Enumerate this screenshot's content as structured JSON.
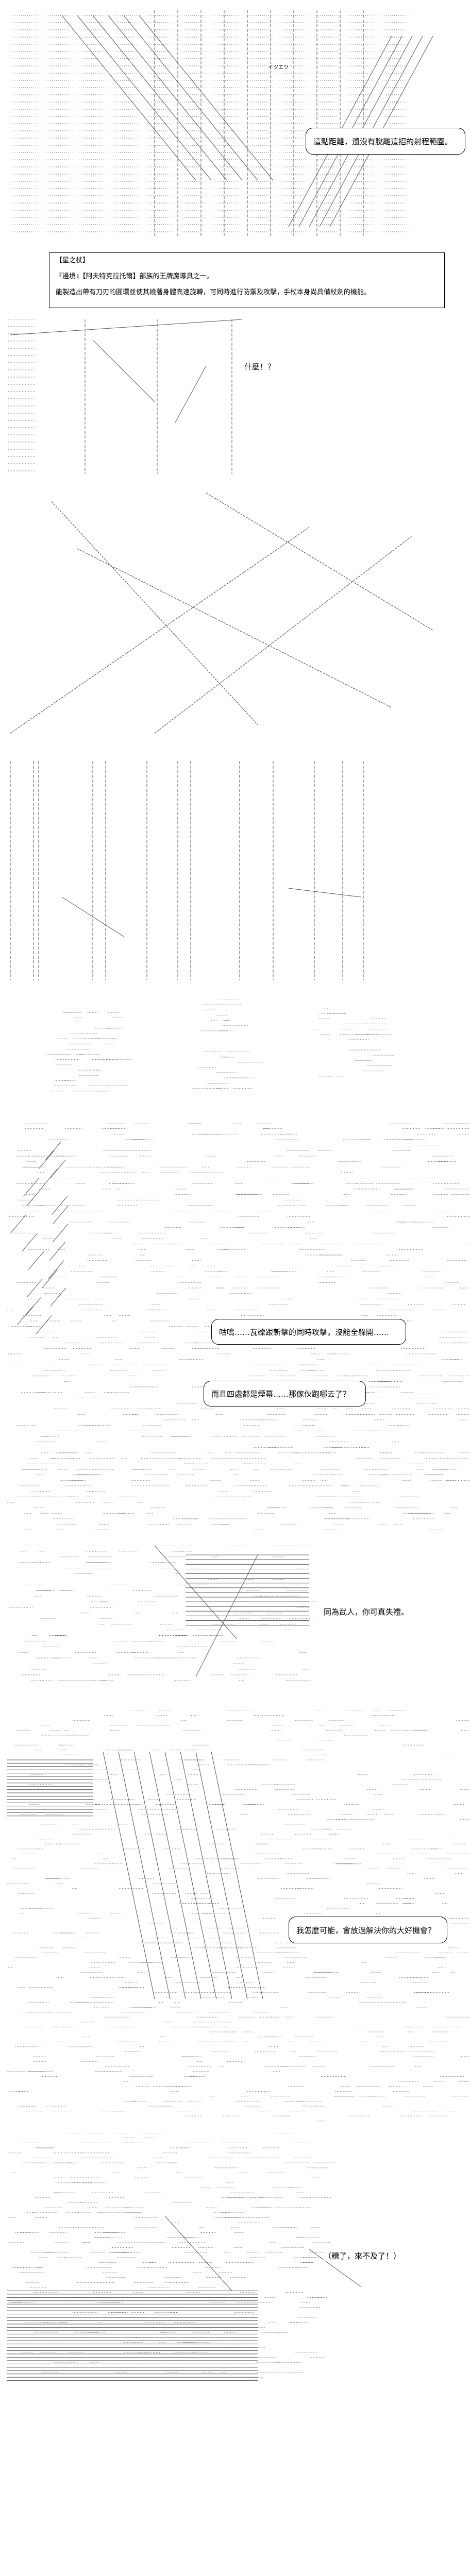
{
  "dialogue": {
    "line1": "這點距離，還沒有脫離這招的射程範圍。",
    "line2": "什麼！？",
    "line3": "咕鳴……瓦礫跟斬擊的同時攻擊，沒能全躲開……",
    "line4": "而且四處都是煙幕……那傢伙跑哪去了？",
    "line5": "同為武人，你可真失禮。",
    "line6": "我怎麼可能，會放過解決你的大好機會？",
    "line7": "（糟了，來不及了！）"
  },
  "note": {
    "title": "【星之杖】",
    "line1": "『邊境』【阿夫特克拉托爾】部族的王牌魔導具之一。",
    "line2": "能製造出帶有刀刃的圓環並使其繞著身體高速旋轉，可同時進行防禦及攻擊，手杖本身尚具備杖劍的機能。"
  },
  "art_sfx": [
    "イツエツ"
  ],
  "colors": {
    "ink": "#000000",
    "background": "#ffffff",
    "art_gray": "#555555"
  }
}
